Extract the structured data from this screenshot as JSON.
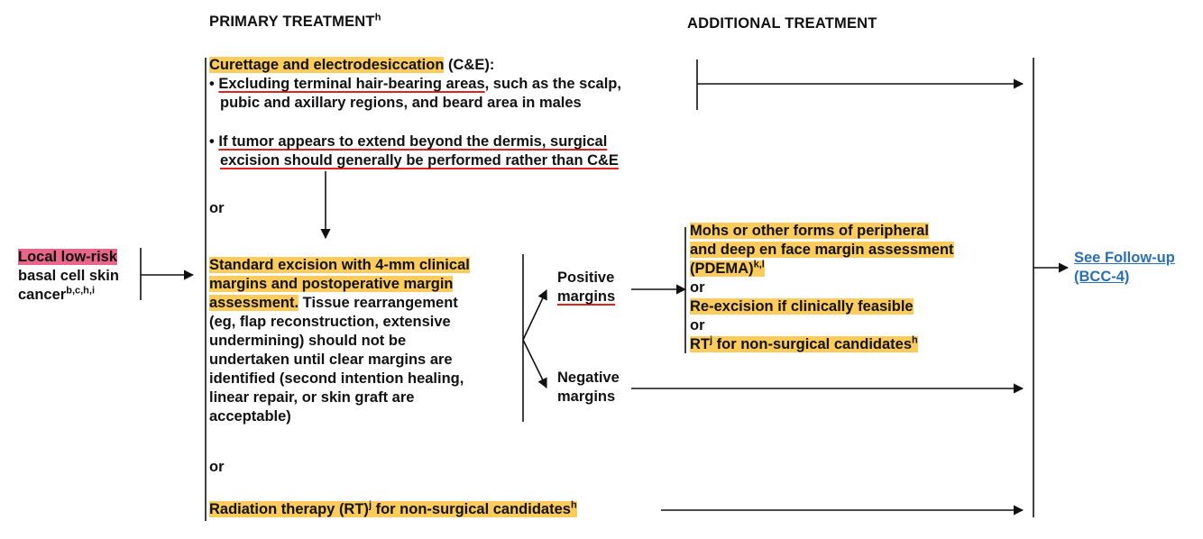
{
  "headers": {
    "primary": "PRIMARY TREATMENT",
    "primary_sup": "h",
    "additional": "ADDITIONAL TREATMENT"
  },
  "diagnosis": {
    "label": "Local low-risk",
    "line2": "basal cell skin",
    "line3": "cancer",
    "sup": "b,c,h,i"
  },
  "ce": {
    "title": "Curettage and electrodesiccation",
    "title_suffix": " (C&E):",
    "bullet1_prefix": "• ",
    "bullet1_underlined": "Excluding terminal hair-bearing areas",
    "bullet1_rest": ", such as the scalp,",
    "bullet1_line2": "pubic and axillary regions, and beard area in males",
    "bullet2_prefix": "• ",
    "bullet2_line1": "If tumor appears to extend beyond the dermis, surgical",
    "bullet2_line2": "excision should generally be performed rather than C&E"
  },
  "or_labels": [
    "or",
    "or"
  ],
  "excision": {
    "highlight_lines": [
      "Standard excision with 4-mm clinical",
      "margins and postoperative margin",
      "assessment."
    ],
    "rest_inline": " Tissue rearrangement",
    "lines": [
      "(eg, flap reconstruction, extensive",
      "undermining) should not be",
      "undertaken until clear margins are",
      "identified (second intention healing,",
      "linear repair, or skin graft are",
      "acceptable)"
    ]
  },
  "margins": {
    "positive_line1": "Positive",
    "positive_line2": "margins",
    "negative_line1": "Negative",
    "negative_line2": "margins"
  },
  "positive_options": {
    "mohs_lines": [
      "Mohs or other forms of peripheral",
      "and deep en face margin assessment",
      "(PDEMA)"
    ],
    "mohs_sup": "k,l",
    "or1": "or",
    "reexcision": "Re-excision if clinically feasible",
    "or2": "or",
    "rt_prefix": "RT",
    "rt_sup": "j",
    "rt_text": " for non-surgical candidates",
    "rt_sup2": "h"
  },
  "radiation": {
    "text": "Radiation therapy (RT)",
    "sup": "j",
    "text2": " for non-surgical candidates",
    "sup2": "h"
  },
  "followup": {
    "line1": "See Follow-up",
    "line2": "(BCC-4)"
  },
  "colors": {
    "highlight": "#fbcb5c",
    "pink_highlight": "#e8668a",
    "underline": "#e2231a",
    "link": "#2a6fb5"
  }
}
